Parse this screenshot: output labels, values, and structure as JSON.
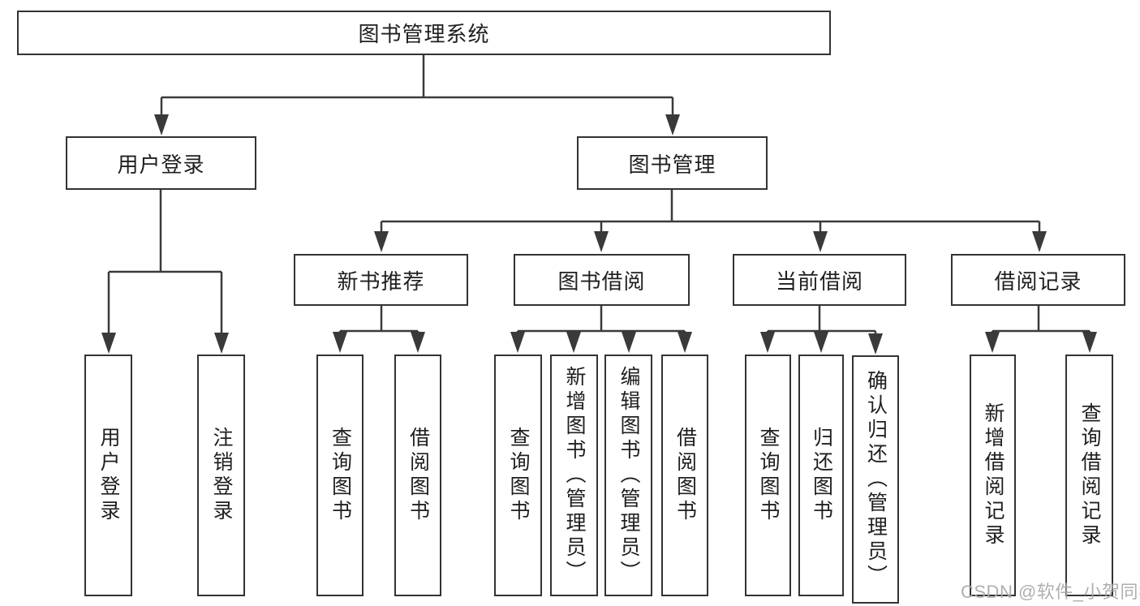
{
  "diagram": {
    "type": "function-structure-tree",
    "colors": {
      "line": "#3a3a3a",
      "box_border": "#333333",
      "text": "#1f1f1f",
      "background": "#ffffff",
      "watermark": "#a8a8a8"
    },
    "tree": {
      "root": {
        "label": "图书管理系统"
      },
      "children": [
        {
          "label": "用户登录",
          "children": [
            {
              "label": "用户登录"
            },
            {
              "label": "注销登录"
            }
          ]
        },
        {
          "label": "图书管理",
          "children": [
            {
              "label": "新书推荐",
              "children": [
                {
                  "label": "查询图书"
                },
                {
                  "label": "借阅图书"
                }
              ]
            },
            {
              "label": "图书借阅",
              "children": [
                {
                  "label": "查询图书"
                },
                {
                  "label": "新增图书（管理员）"
                },
                {
                  "label": "编辑图书（管理员）"
                },
                {
                  "label": "借阅图书"
                }
              ]
            },
            {
              "label": "当前借阅",
              "children": [
                {
                  "label": "查询图书"
                },
                {
                  "label": "归还图书"
                },
                {
                  "label": "确认归还（管理员）"
                }
              ]
            },
            {
              "label": "借阅记录",
              "children": [
                {
                  "label": "新增借阅记录"
                },
                {
                  "label": "查询借阅记录"
                }
              ]
            }
          ]
        }
      ]
    },
    "watermark": {
      "text": "CSDN @软件_小贺同学"
    }
  }
}
